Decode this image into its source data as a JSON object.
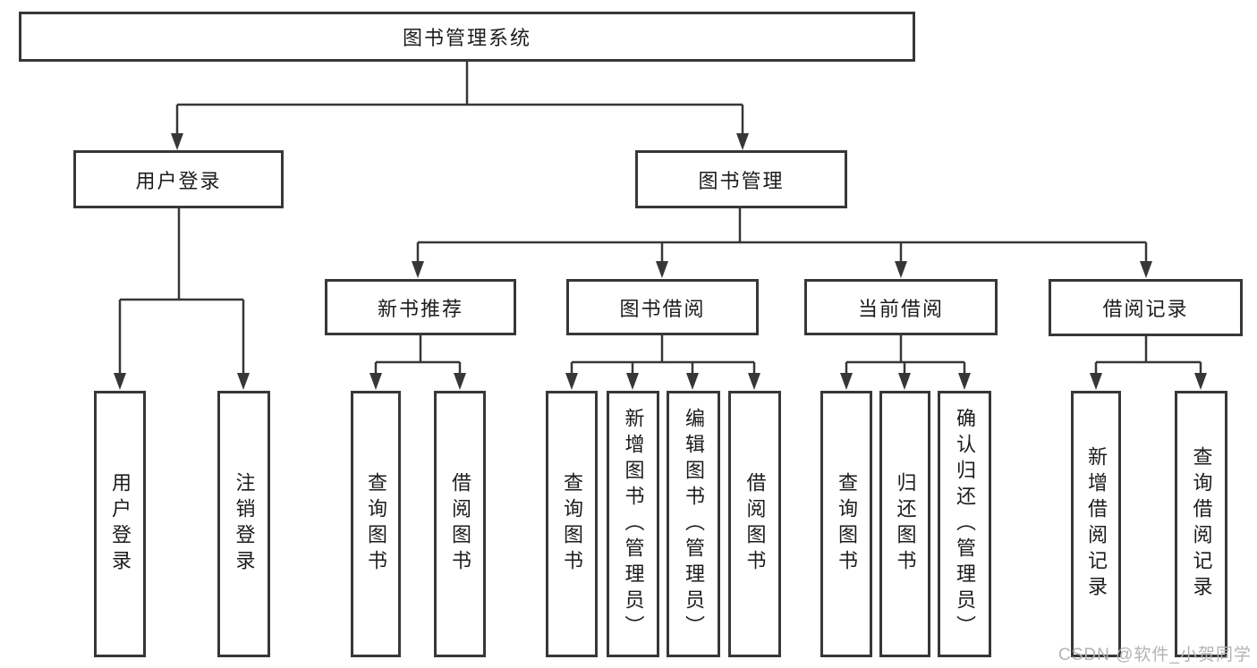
{
  "colors": {
    "line": "#373737",
    "text": "#1c1c1c",
    "background": "#ffffff",
    "watermark": "#b3b3b3"
  },
  "root": {
    "label": "图书管理系统"
  },
  "level2": {
    "user": {
      "label": "用户登录"
    },
    "book": {
      "label": "图书管理"
    }
  },
  "level3": {
    "newbook": {
      "label": "新书推荐"
    },
    "borrow": {
      "label": "图书借阅"
    },
    "current": {
      "label": "当前借阅"
    },
    "records": {
      "label": "借阅记录"
    }
  },
  "leaves": {
    "user": [
      "用户登录",
      "注销登录"
    ],
    "newbook": [
      "查询图书",
      "借阅图书"
    ],
    "borrow": [
      "查询图书",
      "新增图书（管理员）",
      "编辑图书（管理员）",
      "借阅图书"
    ],
    "current": [
      "查询图书",
      "归还图书",
      "确认归还（管理员）"
    ],
    "records": [
      "新增借阅记录",
      "查询借阅记录"
    ]
  },
  "watermark": {
    "text": "CSDN @软件_小贺同学"
  }
}
